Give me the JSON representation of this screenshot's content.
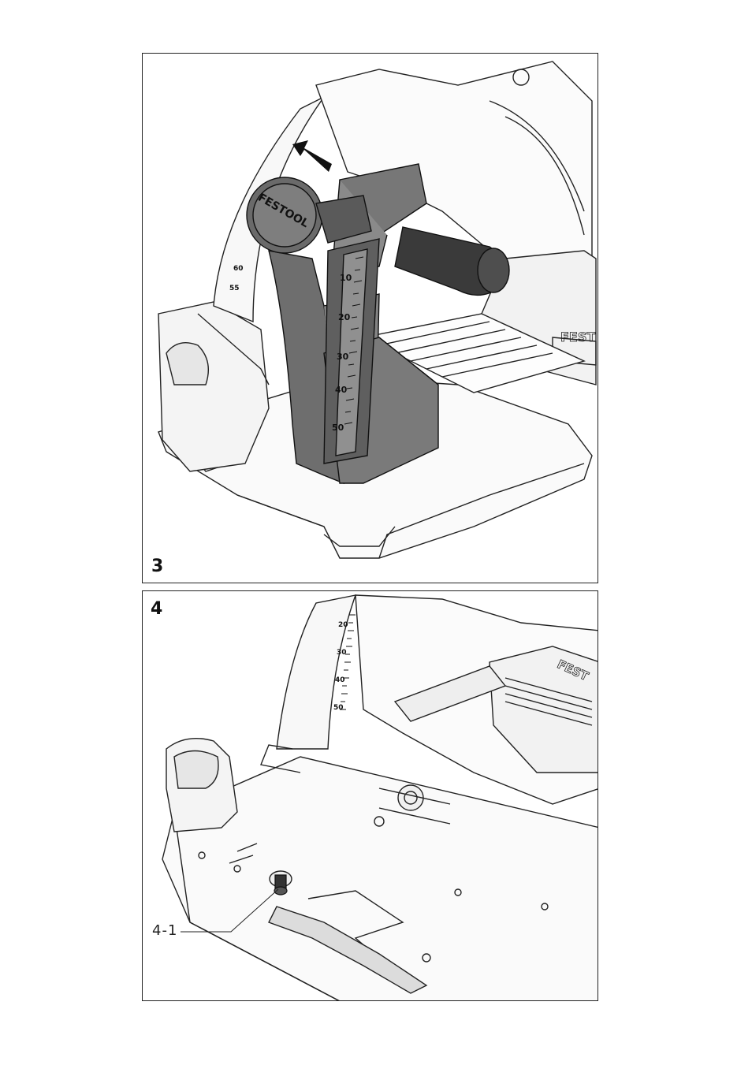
{
  "figures": [
    {
      "number": "3",
      "brand_knob": "FESTOOL",
      "brand_housing": "FEST",
      "scale_labels": [
        "10",
        "20",
        "30",
        "40",
        "50"
      ],
      "outer_scale_labels": [
        "60",
        "55"
      ]
    },
    {
      "number": "4",
      "brand_housing": "FEST",
      "scale_labels": [
        "20",
        "30",
        "40",
        "50"
      ],
      "callout": "4-1"
    }
  ]
}
